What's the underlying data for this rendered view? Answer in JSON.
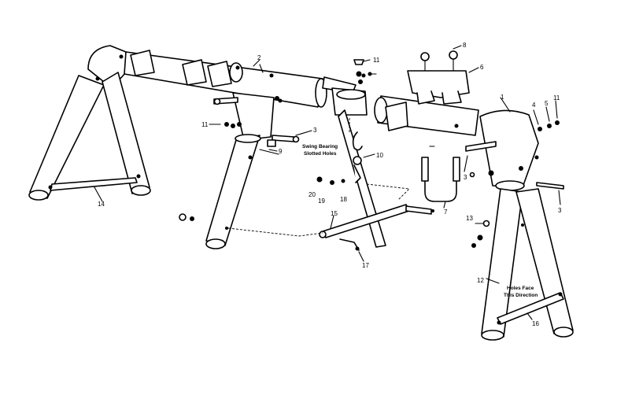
{
  "callouts": {
    "c1": "1",
    "c2": "2",
    "c3a": "3",
    "c3b": "3",
    "c3c": "3",
    "c4": "4",
    "c5": "5",
    "c6": "6",
    "c7": "7",
    "c8": "8",
    "c9": "9",
    "c10": "10",
    "c11a": "11",
    "c11b": "11",
    "c11c": "11",
    "c12": "12",
    "c13": "13",
    "c14": "14",
    "c15": "15",
    "c16": "16",
    "c17": "17",
    "c18": "18",
    "c19": "19",
    "c20": "20"
  },
  "notes": {
    "swing_bearing_line1": "Swing Bearing",
    "swing_bearing_line2": "Slotted Holes",
    "holes_face_line1": "Holes Face",
    "holes_face_line2": "This Direction"
  }
}
